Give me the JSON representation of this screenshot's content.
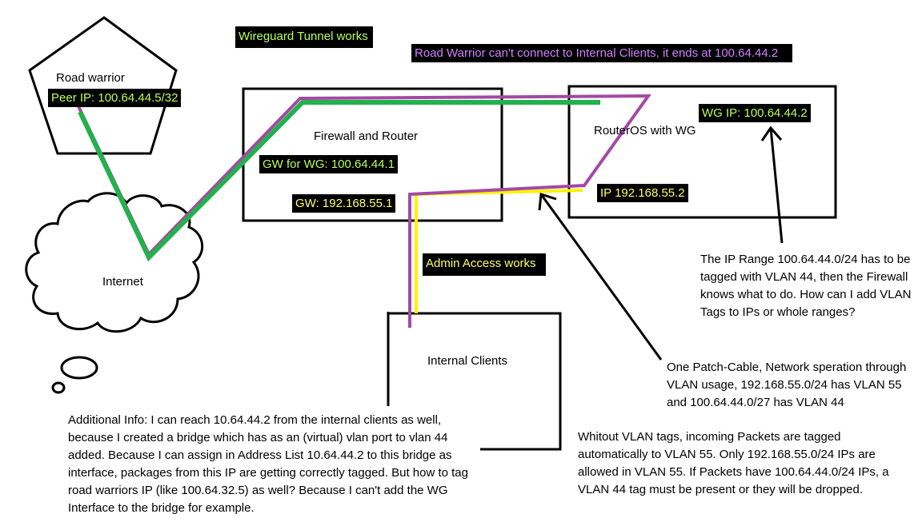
{
  "colors": {
    "stroke": "#000000",
    "wireguard": "#22b14c",
    "admin": "#fff200",
    "failing": "#a349a4",
    "tag_background": "#000000",
    "tag_green_text": "#b8ff5a",
    "tag_yellow_text": "#ffff66",
    "tag_purple_text": "#d080ff"
  },
  "nodes": {
    "road_warrior": {
      "label": "Road warrior",
      "tag": "Peer IP: 100.64.44.5/32"
    },
    "internet": {
      "label": "Internet"
    },
    "firewall": {
      "label": "Firewall  and Router",
      "tag_wg": "GW for WG: 100.64.44.1",
      "tag_gw": "GW: 192.168.55.1"
    },
    "routeros": {
      "label": "RouterOS with WG",
      "tag_wg": "WG IP: 100.64.44.2",
      "tag_ip": "IP 192.168.55.2"
    },
    "internal_clients": {
      "label": "Internal Clients"
    }
  },
  "status": {
    "wireguard_tunnel": "Wireguard Tunnel works",
    "road_warrior_fail": "Road Warrior can't connect to Internal Clients, it ends at 100.64.44.2",
    "admin_access": "Admin Access works"
  },
  "notes": {
    "ip_range": "The IP Range 100.64.44.0/24 has to be tagged with VLAN 44, then the Firewall knows what to do. How can I add VLAN Tags to IPs or whole ranges?",
    "patch_cable": "One Patch-Cable, Network speration through VLAN usage, 192.168.55.0/24 has VLAN 55 and 100.64.44.0/27 has VLAN 44",
    "without_tags": "Whitout VLAN tags, incoming Packets are tagged automatically to VLAN 55. Only 192.168.55.0/24 IPs are allowed in VLAN 55. If Packets have 100.64.44.0/24 IPs, a VLAN 44 tag must be present or they will be dropped.",
    "additional_info": "Additional Info: I can reach 10.64.44.2 from the internal clients as well, because I created a bridge which has as an (virtual) vlan port to vlan 44 added. Because I can assign in Address List 10.64.44.2 to this bridge as interface, packages from this IP are getting correctly tagged. But how to tag road warriors IP (like 100.64.32.5) as well? Because I can't add the WG Interface to the bridge for example."
  }
}
